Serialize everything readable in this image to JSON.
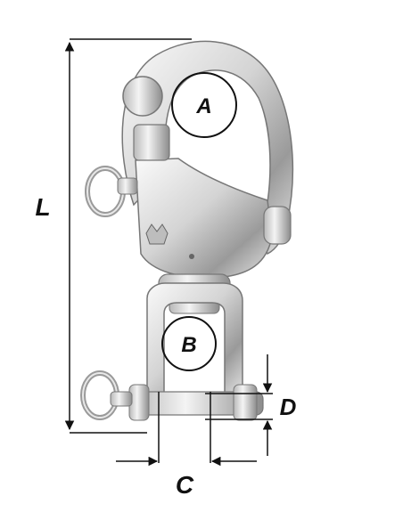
{
  "diagram": {
    "labels": {
      "a": "A",
      "b": "B",
      "c": "C",
      "d": "D",
      "l": "L"
    },
    "colors": {
      "ink": "#111111",
      "steel_light": "#f2f2f2",
      "steel_mid": "#c8c8c8",
      "steel_dark": "#8a8a8a"
    },
    "icons": [
      "snap-shackle-icon",
      "ring-icon",
      "swivel-icon",
      "clevis-pin-icon"
    ]
  }
}
